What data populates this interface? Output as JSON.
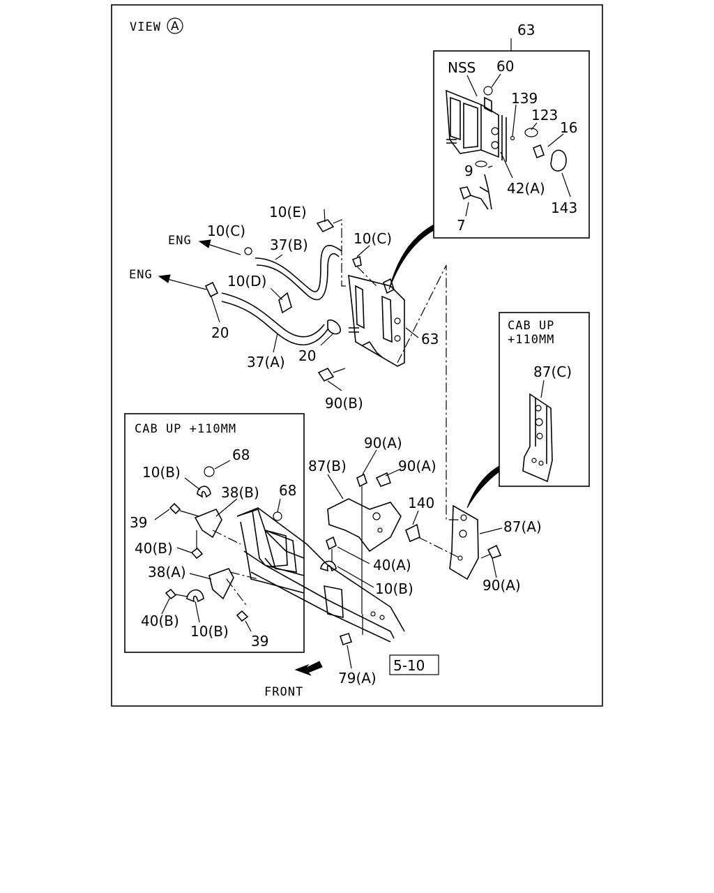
{
  "view_title": "VIEW",
  "view_marker": "A",
  "insets": {
    "top_right": {
      "callout": "63"
    },
    "right": {
      "title_line1": "CAB UP",
      "title_line2": "+110MM"
    },
    "left": {
      "title": "CAB UP +110MM"
    }
  },
  "direction_labels": {
    "eng_upper": "ENG",
    "eng_lower": "ENG",
    "front": "FRONT"
  },
  "part_labels": {
    "nss": "NSS",
    "p60": "60",
    "p139": "139",
    "p123": "123",
    "p16": "16",
    "p9": "9",
    "p42a": "42(A)",
    "p143": "143",
    "p7": "7",
    "p10e": "10(E)",
    "p10c_left": "10(C)",
    "p37b": "37(B)",
    "p10c_right": "10(C)",
    "p10d": "10(D)",
    "p20_left": "20",
    "p37a": "37(A)",
    "p20_mid": "20",
    "p63_main": "63",
    "p90b": "90(B)",
    "p87c": "87(C)",
    "p90a_top": "90(A)",
    "p87b": "87(B)",
    "p90a_mid": "90(A)",
    "p140": "140",
    "p87a": "87(A)",
    "p40a": "40(A)",
    "p10b_main": "10(B)",
    "p90a_right": "90(A)",
    "p79a": "79(A)",
    "ref_5_10": "5-10",
    "inset_68_top": "68",
    "inset_10b_top": "10(B)",
    "inset_38b": "38(B)",
    "inset_68_right": "68",
    "inset_39_top": "39",
    "inset_40b_top": "40(B)",
    "inset_38a": "38(A)",
    "inset_40b_bottom": "40(B)",
    "inset_10b_bottom": "10(B)",
    "inset_39_bottom": "39"
  },
  "colors": {
    "line": "#000000",
    "background": "#ffffff"
  }
}
